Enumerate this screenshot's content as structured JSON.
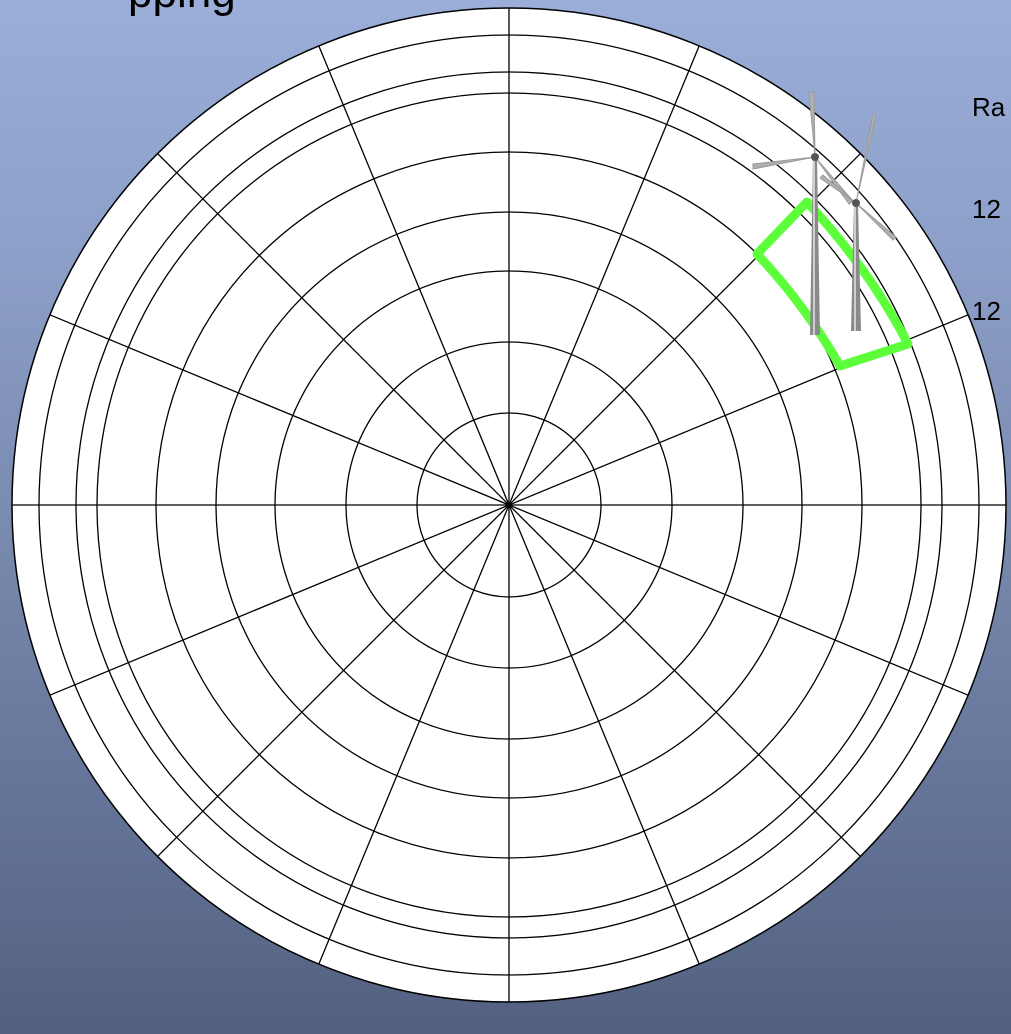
{
  "title": "pping",
  "side_labels": [
    "Ra",
    "12",
    "12"
  ],
  "diagram": {
    "ring_count": 8,
    "sector_count": 16,
    "colors": {
      "line": "#000000",
      "disk": "#ffffff",
      "highlight": "#5dff3a",
      "turbine_tower": "#8a8a8a",
      "turbine_blade": "#b0b0b0"
    },
    "icons": [
      "wind-turbine-icon",
      "wind-turbine-icon"
    ]
  }
}
